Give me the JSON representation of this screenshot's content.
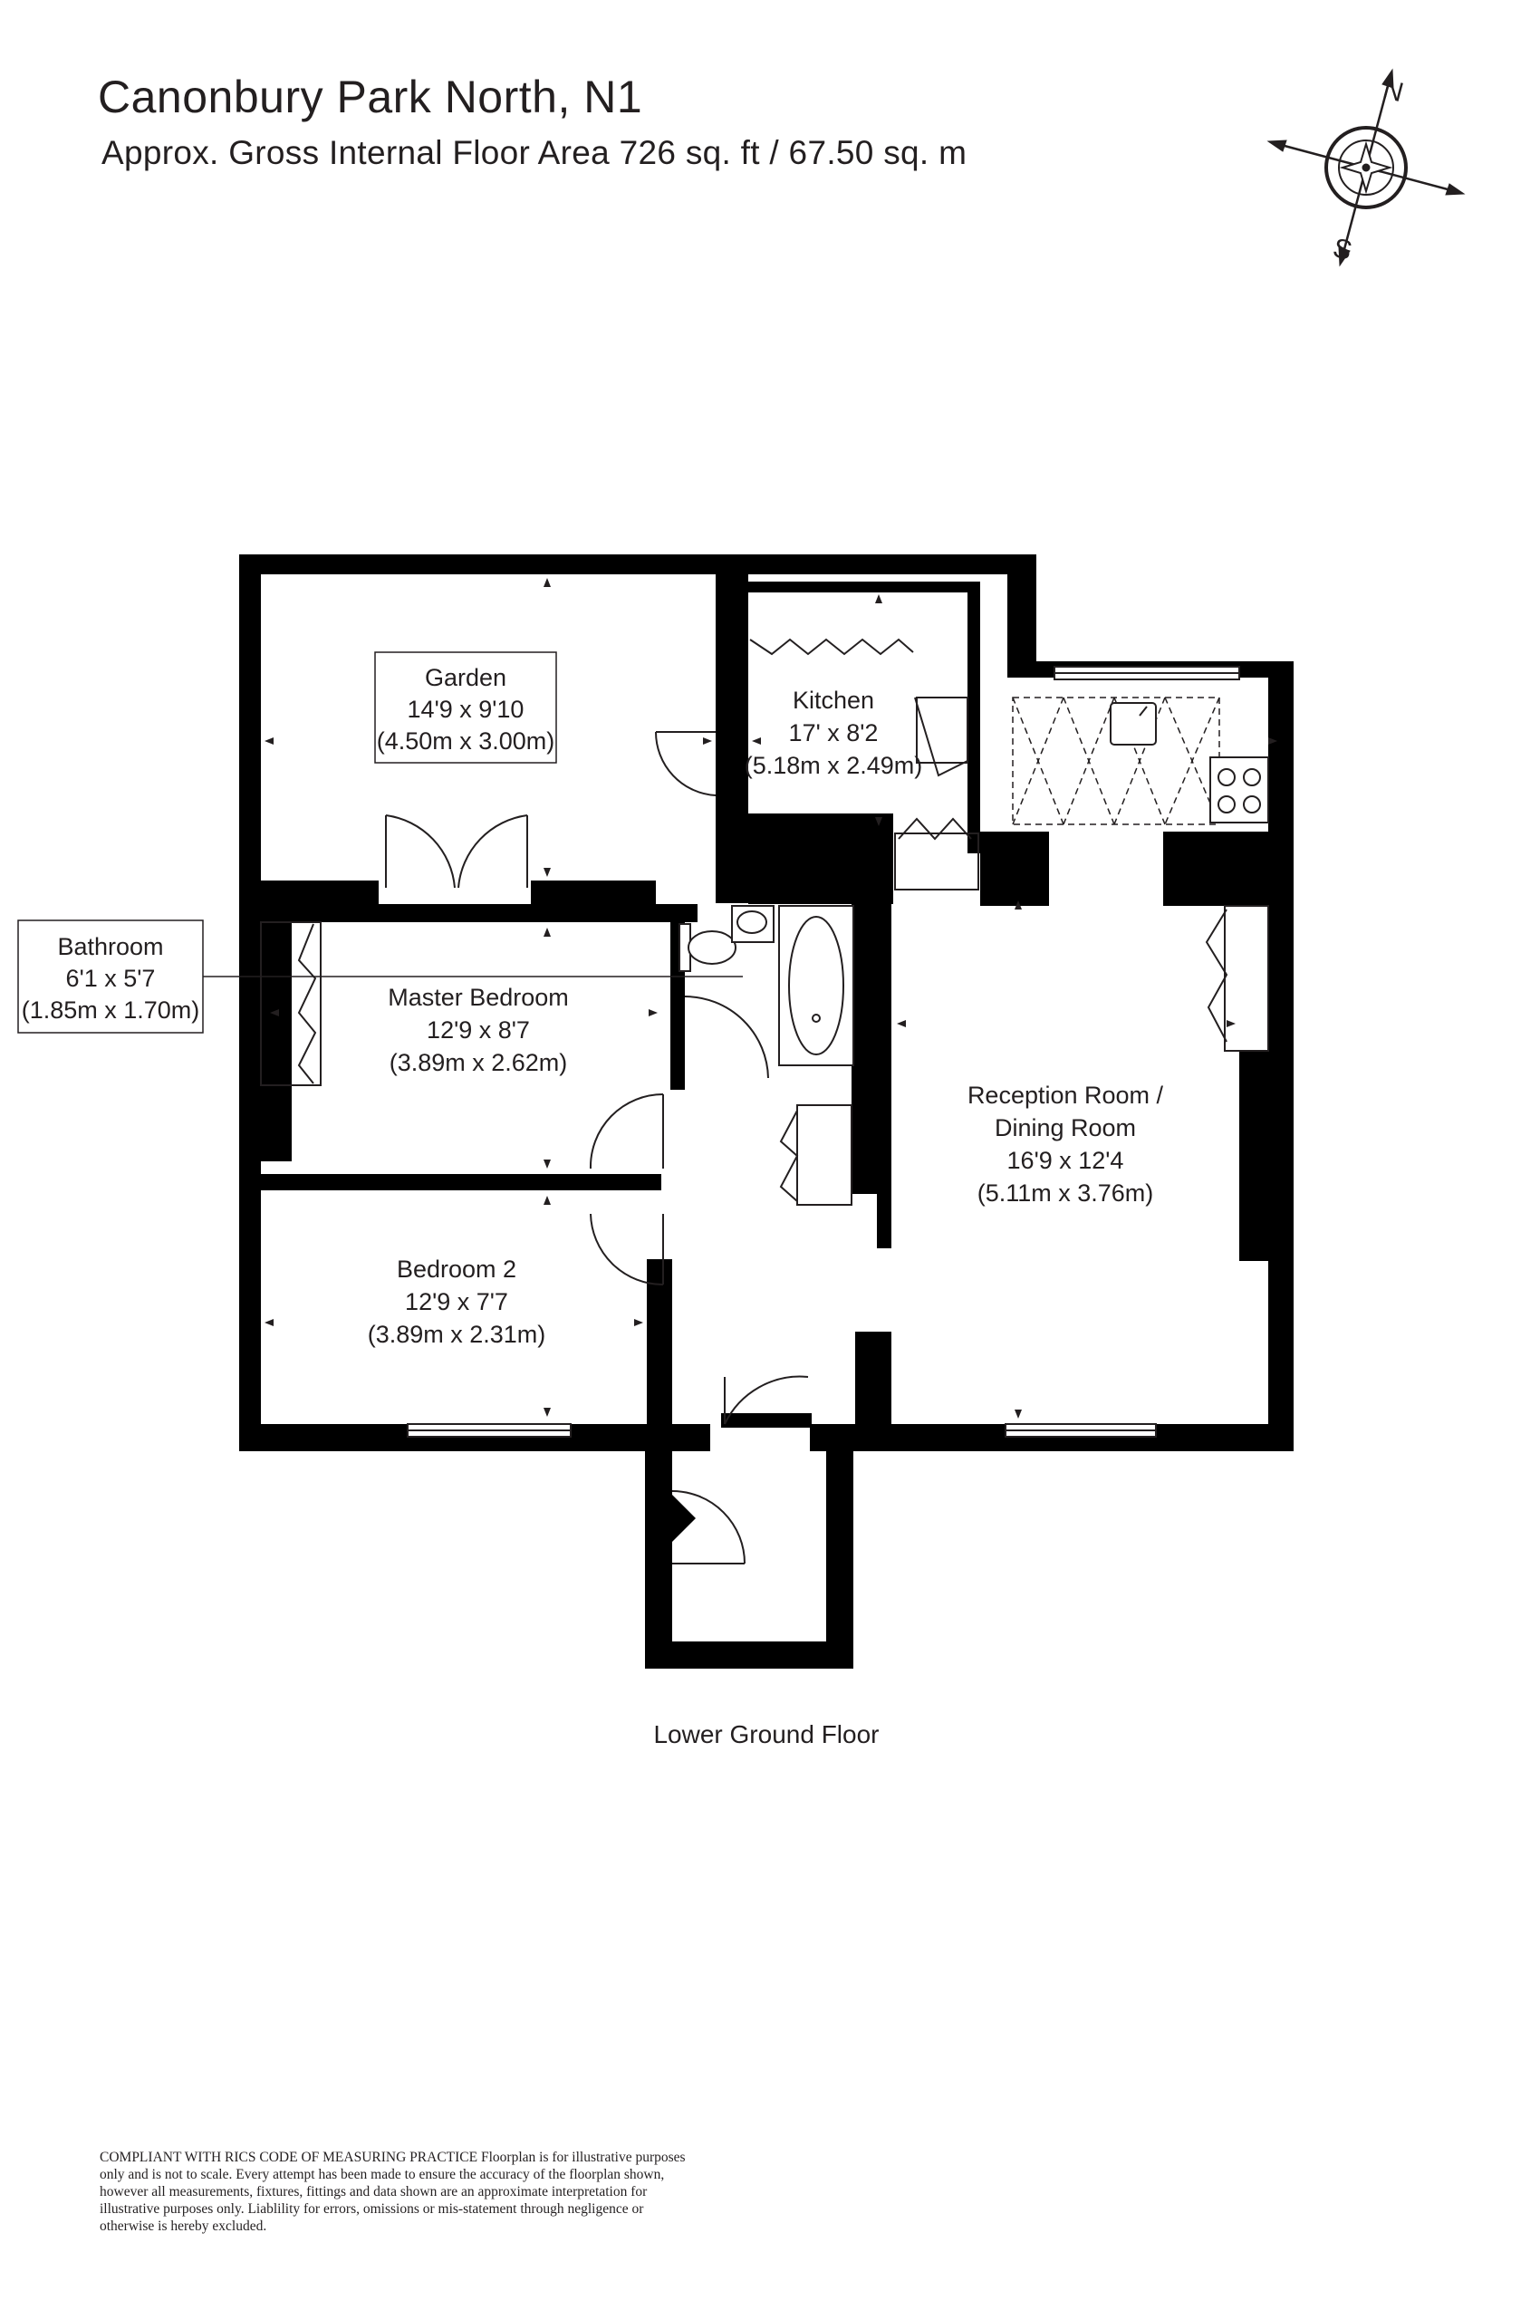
{
  "header": {
    "title": "Canonbury Park North, N1",
    "subtitle": "Approx. Gross Internal Floor Area 726 sq. ft / 67.50 sq. m"
  },
  "compass": {
    "north": "N",
    "south": "S",
    "icon": "compass-rose-icon"
  },
  "rooms": {
    "garden": {
      "name": "Garden",
      "imperial": "14'9 x 9'10",
      "metric": "(4.50m x 3.00m)"
    },
    "kitchen": {
      "name": "Kitchen",
      "imperial": "17' x 8'2",
      "metric": "(5.18m x 2.49m)"
    },
    "bathroom": {
      "name": "Bathroom",
      "imperial": "6'1 x 5'7",
      "metric": "(1.85m x 1.70m)"
    },
    "master_bedroom": {
      "name": "Master Bedroom",
      "imperial": "12'9 x 8'7",
      "metric": "(3.89m x 2.62m)"
    },
    "reception": {
      "name_line1": "Reception Room /",
      "name_line2": "Dining Room",
      "imperial": "16'9 x 12'4",
      "metric": "(5.11m x 3.76m)"
    },
    "bedroom2": {
      "name": "Bedroom 2",
      "imperial": "12'9 x 7'7",
      "metric": "(3.89m x 2.31m)"
    }
  },
  "floor_label": "Lower Ground Floor",
  "disclaimer": {
    "heading": "COMPLIANT WITH RICS CODE OF MEASURING PRACTICE",
    "text": "Floorplan is for illustrative purposes only and is not to scale. Every attempt has been made to ensure the accuracy of the floorplan shown, however all measurements, fixtures, fittings and data shown are an approximate interpretation for illustrative purposes only. Liablility for errors, omissions or mis-statement through negligence or otherwise is hereby excluded."
  }
}
